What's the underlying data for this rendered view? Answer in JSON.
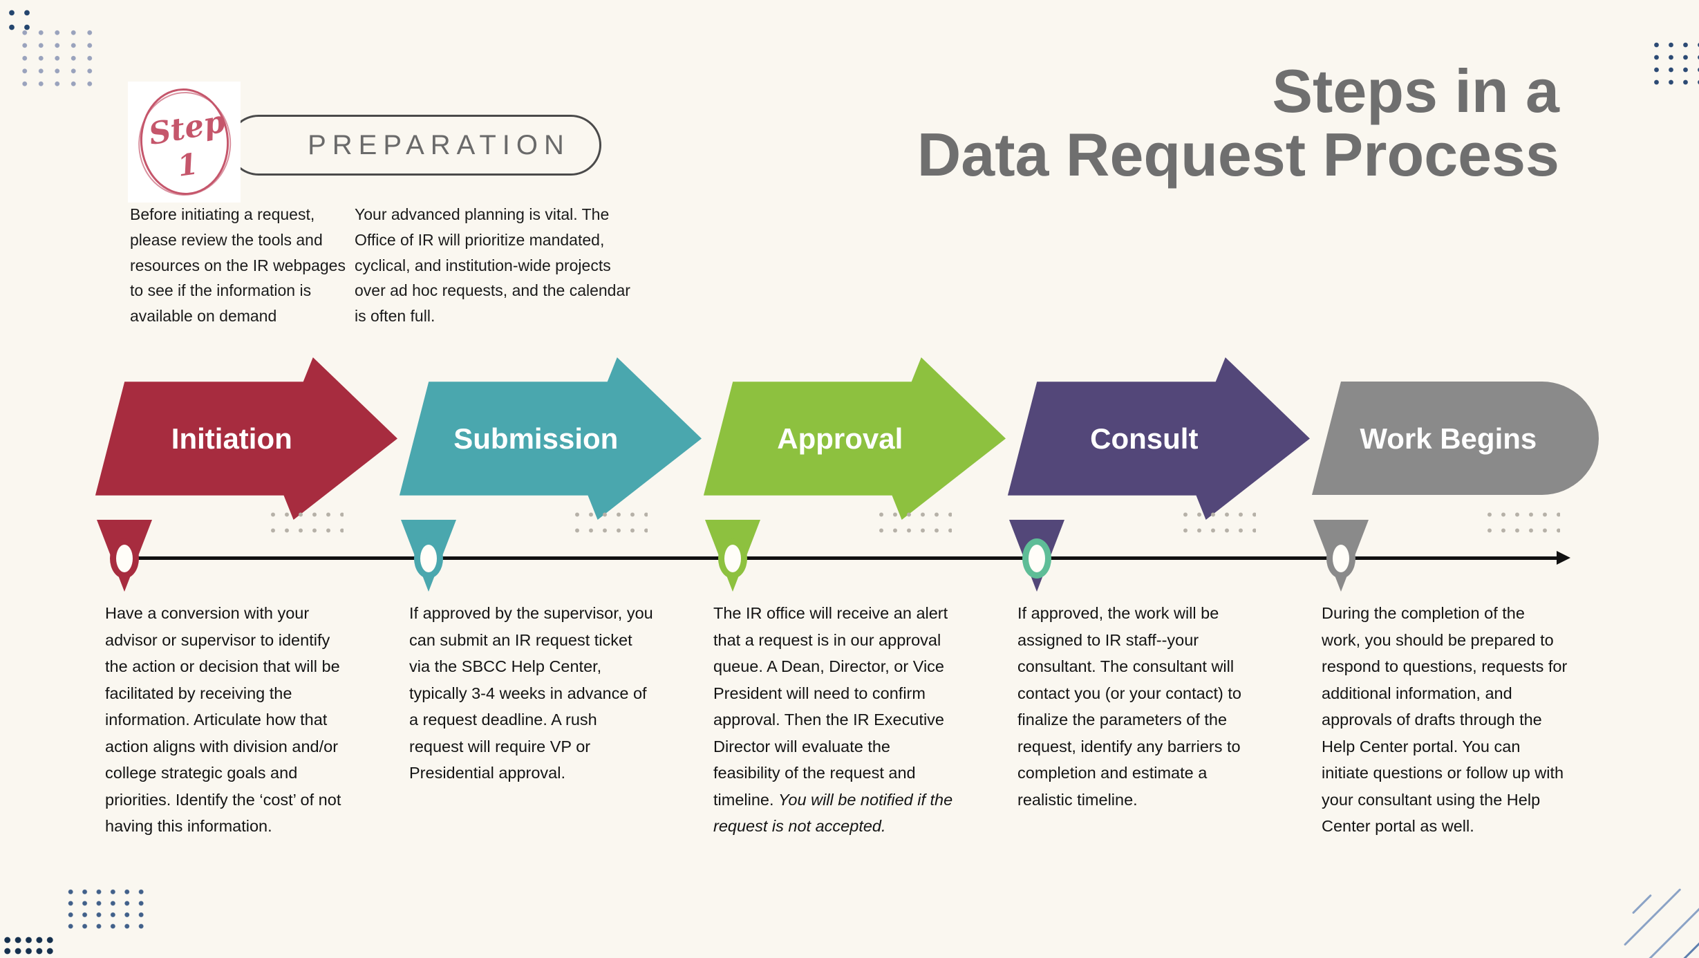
{
  "slide": {
    "title_line1": "Steps in a",
    "title_line2": "Data Request Process",
    "background_color": "#FAF7F0",
    "title_color": "#6F6F6F"
  },
  "preparation": {
    "badge_word": "Step",
    "badge_number": "1",
    "badge_color": "#C5566B",
    "label": "PREPARATION",
    "intro_left": "Before initiating a request, please review the tools and resources on the IR webpages to see if the information is available on demand",
    "intro_right": "Your advanced planning is  vital. The Office of IR will prioritize mandated, cyclical, and institution-wide projects over ad hoc requests, and the calendar is often full."
  },
  "steps": [
    {
      "label": "Initiation",
      "color": "#A72C3F",
      "ring_color": "#A72C3F",
      "description": "Have a conversion with your advisor or supervisor to identify the action or decision that will be facilitated by receiving the information. Articulate how that action aligns with division and/or college strategic goals and priorities. Identify the ‘cost’ of not having this information."
    },
    {
      "label": "Submission",
      "color": "#4AA7AE",
      "ring_color": "#4AA7AE",
      "description": "If approved by the supervisor, you can submit an IR request ticket via the SBCC Help Center, typically 3-4 weeks in advance of a request deadline. A rush request will require VP or Presidential approval."
    },
    {
      "label": "Approval",
      "color": "#8DC13F",
      "ring_color": "#8DC13F",
      "description": "The IR office will receive an alert that a request is in our approval queue. A Dean, Director, or Vice President will need to confirm approval. Then the IR Executive Director will evaluate the feasibility of the request and timeline. ",
      "description_italic": "You will be notified if the request is not accepted."
    },
    {
      "label": "Consult",
      "color": "#534779",
      "ring_color": "#5EBD97",
      "description": "If approved, the work will be assigned to IR staff--your consultant. The consultant will contact you (or your contact) to finalize the parameters of the request, identify any barriers to completion and estimate a realistic timeline."
    },
    {
      "label": "Work Begins",
      "color": "#8A8A8A",
      "ring_color": "#8A8A8A",
      "description": "During the completion of the work, you should be prepared to respond to questions, requests for additional information, and approvals of drafts through the Help Center portal. You can initiate questions or follow up with your consultant using the Help Center portal as well."
    }
  ],
  "timeline": {
    "line_color": "#111111"
  },
  "decor": {
    "navy_dot_color": "#2C4A74",
    "light_dot_color": "#9AA3BD",
    "faint_dot_color": "#B6B1A8",
    "diagonal_line_color": "#8BA3C6"
  }
}
